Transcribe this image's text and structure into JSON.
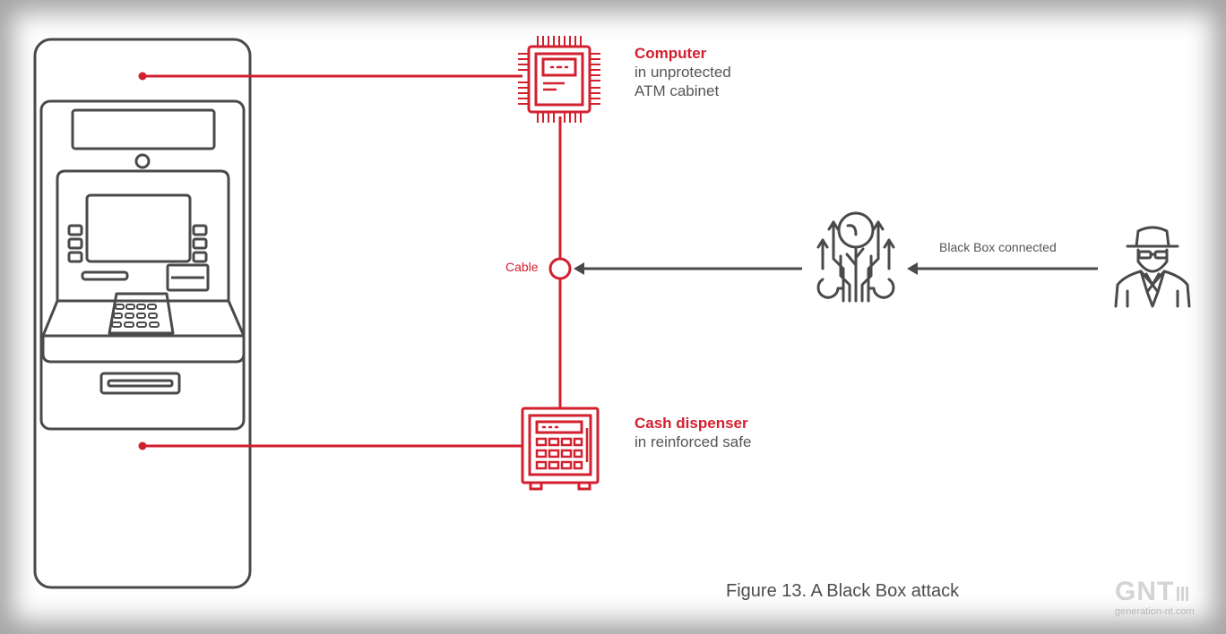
{
  "colors": {
    "accent": "#d2202f",
    "outline": "#4a4a4a",
    "text": "#555555",
    "caption": "#4d4d4d"
  },
  "computer": {
    "title": "Computer",
    "line1": "in unprotected",
    "line2": "ATM cabinet"
  },
  "cash_dispenser": {
    "title": "Cash dispenser",
    "line1": "in reinforced safe"
  },
  "cable": {
    "label": "Cable"
  },
  "connection": {
    "label": "Black Box connected"
  },
  "caption": "Figure 13. A Black Box attack",
  "watermark": {
    "logo": "GNT",
    "site": "generation-nt.com"
  },
  "icons": [
    "atm-icon",
    "cpu-chip-icon",
    "safe-icon",
    "circuit-wrench-icon",
    "hacker-icon",
    "arrow-left-icon"
  ]
}
